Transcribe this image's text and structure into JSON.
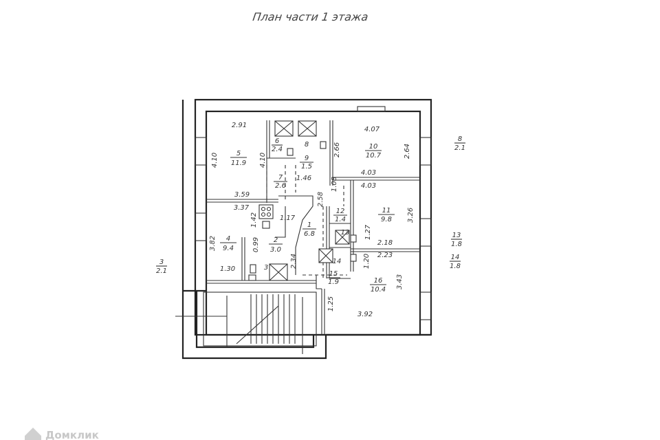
{
  "title": "План части 1 этажа",
  "watermark": "Домклик",
  "rooms": [
    {
      "id": "r1",
      "num": "1",
      "area": "6.8"
    },
    {
      "id": "r2",
      "num": "2",
      "area": "3.0"
    },
    {
      "id": "r3",
      "num": "3",
      "area": ""
    },
    {
      "id": "r4",
      "num": "4",
      "area": "9.4"
    },
    {
      "id": "r5",
      "num": "5",
      "area": "11.9"
    },
    {
      "id": "r6",
      "num": "6",
      "area": "2.4"
    },
    {
      "id": "r7",
      "num": "7",
      "area": "2.6"
    },
    {
      "id": "r8",
      "num": "8",
      "area": ""
    },
    {
      "id": "r9",
      "num": "9",
      "area": "1.5"
    },
    {
      "id": "r10",
      "num": "10",
      "area": "10.7"
    },
    {
      "id": "r11",
      "num": "11",
      "area": "9.8"
    },
    {
      "id": "r12",
      "num": "12",
      "area": "1.4"
    },
    {
      "id": "r13",
      "num": "13",
      "area": ""
    },
    {
      "id": "r14",
      "num": "14",
      "area": ""
    },
    {
      "id": "r15",
      "num": "15",
      "area": "1.9"
    },
    {
      "id": "r16",
      "num": "16",
      "area": "10.4"
    }
  ],
  "outside": [
    {
      "id": "o3",
      "num": "3",
      "area": "2.1"
    },
    {
      "id": "o8",
      "num": "8",
      "area": "2.1"
    },
    {
      "id": "o13",
      "num": "13",
      "area": "1.8"
    },
    {
      "id": "o14",
      "num": "14",
      "area": "1.8"
    }
  ],
  "dims": {
    "d291": "2.91",
    "d410a": "4.10",
    "d410b": "4.10",
    "d359": "3.59",
    "d407": "4.07",
    "d266": "2.66",
    "d264": "2.64",
    "d403a": "4.03",
    "d146": "1.46",
    "d108": "1.08",
    "d403b": "4.03",
    "d258": "2.58",
    "d337": "3.37",
    "d142": "1.42",
    "d117": "1.17",
    "d326": "3.26",
    "d127": "1.27",
    "d218": "2.18",
    "d382": "3.82",
    "d099": "0.99",
    "d234": "2.34",
    "d120": "1.20",
    "d223": "2.23",
    "d130": "1.30",
    "d343": "3.43",
    "d125": "1.25",
    "d392": "3.92"
  }
}
